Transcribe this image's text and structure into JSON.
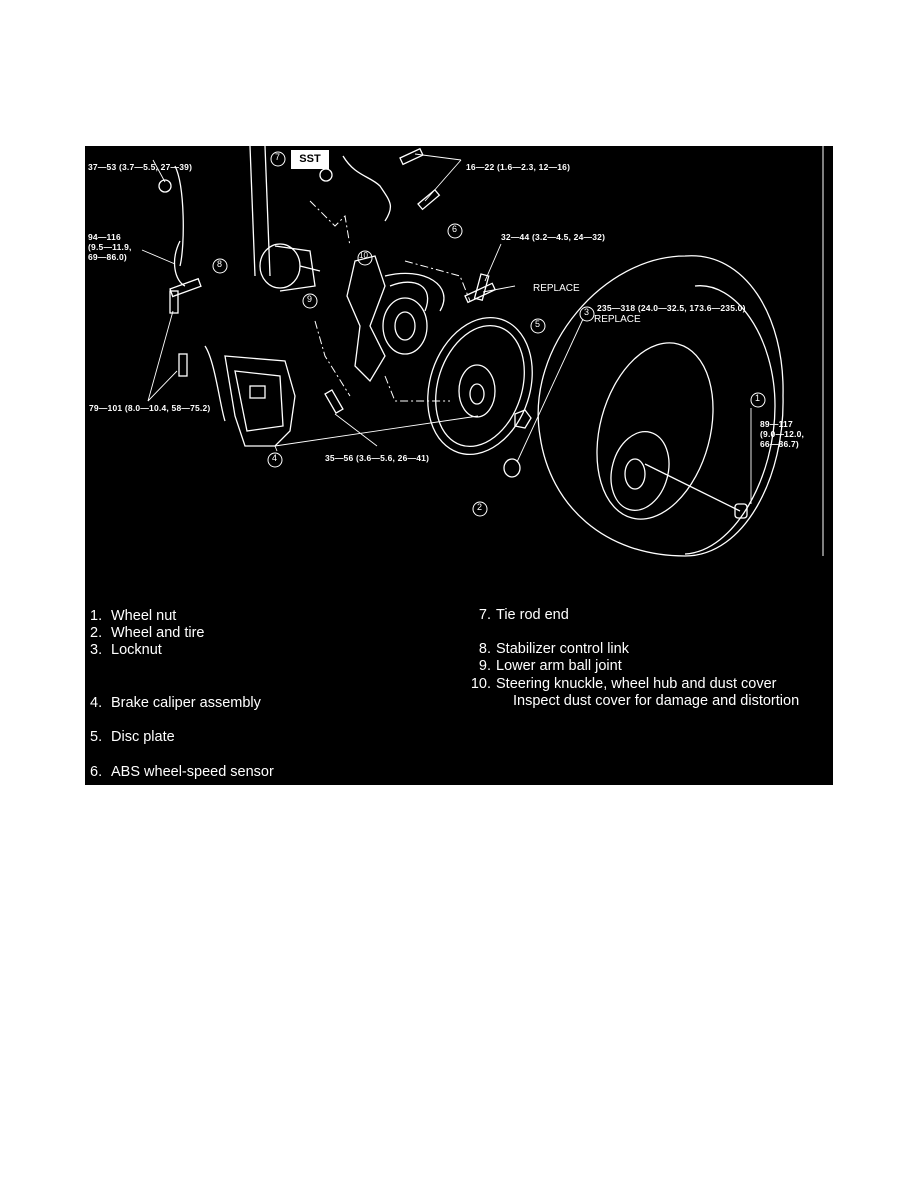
{
  "diagram": {
    "sst_label": "SST",
    "torques": {
      "t1": "37—53 (3.7—5.5, 27—39)",
      "t2": "16—22 (1.6—2.3, 12—16)",
      "t3a": "94—116",
      "t3b": "(9.5—11.9,",
      "t3c": "69—86.0)",
      "t4": "32—44 (3.2—4.5, 24—32)",
      "t5": "235—318 (24.0—32.5, 173.6—235.0)",
      "t6": "79—101 (8.0—10.4, 58—75.2)",
      "t7": "35—56 (3.6—5.6, 26—41)",
      "t8a": "89—117",
      "t8b": "(9.0—12.0,",
      "t8c": "66—86.7)"
    },
    "replace_1": "REPLACE",
    "replace_2": "REPLACE",
    "callouts": [
      "1",
      "2",
      "3",
      "4",
      "5",
      "6",
      "7",
      "8",
      "9",
      "10"
    ]
  },
  "legend": {
    "left": [
      {
        "num": "1.",
        "text": "Wheel nut"
      },
      {
        "num": "2.",
        "text": "Wheel and tire"
      },
      {
        "num": "3.",
        "text": "Locknut"
      },
      {
        "num": "4.",
        "text": "Brake caliper assembly"
      },
      {
        "num": "5.",
        "text": "Disc plate"
      },
      {
        "num": "6.",
        "text": "ABS wheel-speed sensor"
      }
    ],
    "right": [
      {
        "num": "7.",
        "text": "Tie rod end"
      },
      {
        "num": "8.",
        "text": "Stabilizer control link"
      },
      {
        "num": "9.",
        "text": "Lower arm ball joint"
      },
      {
        "num": "10.",
        "text": "Steering knuckle, wheel hub and dust cover"
      }
    ],
    "note": "Inspect dust cover for damage and distortion"
  }
}
